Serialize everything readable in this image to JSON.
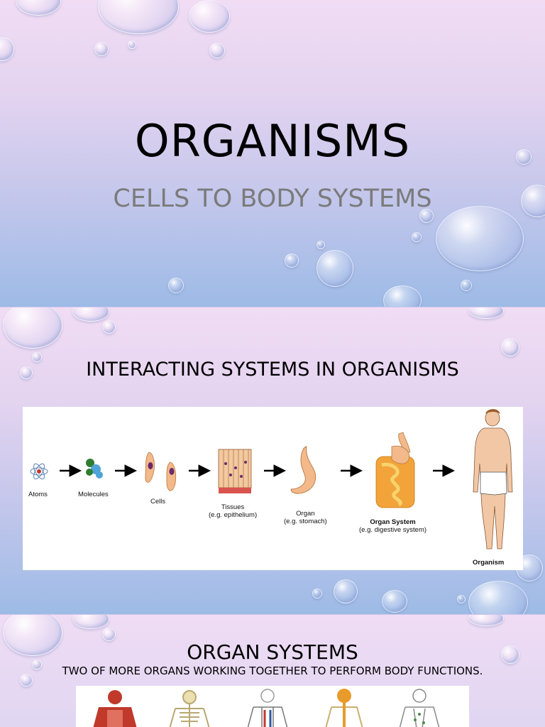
{
  "slide1": {
    "title": "ORGANISMS",
    "subtitle": "CELLS TO BODY SYSTEMS"
  },
  "slide2": {
    "title": "INTERACTING SYSTEMS IN ORGANISMS",
    "diagram": {
      "atoms": "Atoms",
      "molecules": "Molecules",
      "cells": "Cells",
      "tissues": "Tissues",
      "tissues_example": "(e.g. epithelium)",
      "organ": "Organ",
      "organ_example": "(e.g. stomach)",
      "organ_system": "Organ System",
      "organ_system_example": "(e.g. digestive system)",
      "organism": "Organism"
    }
  },
  "slide3": {
    "title": "ORGAN SYSTEMS",
    "body": "TWO OF MORE ORGANS WORKING TOGETHER TO PERFORM BODY FUNCTIONS."
  },
  "colors": {
    "background_top": "#f1dcf4",
    "background_bottom": "#9dbbe6",
    "subtitle": "#7b7b7b",
    "organ": "#f3b98a",
    "cell_nucleus": "#6a2a6a"
  }
}
